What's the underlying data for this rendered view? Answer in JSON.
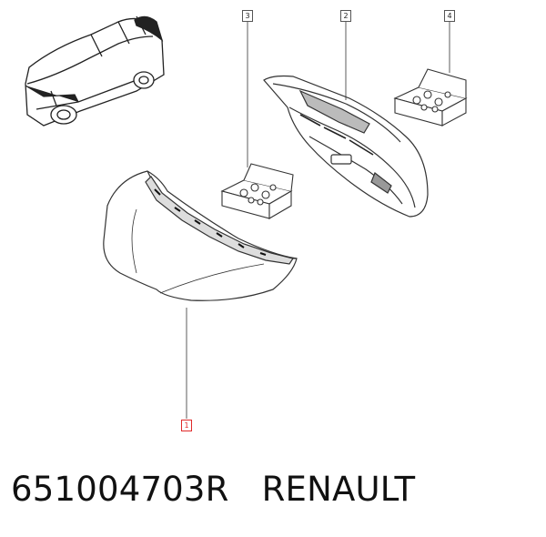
{
  "diagram": {
    "callouts": [
      {
        "id": "1",
        "label": "1",
        "highlighted": true
      },
      {
        "id": "2",
        "label": "2",
        "highlighted": false
      },
      {
        "id": "3",
        "label": "3",
        "highlighted": false
      },
      {
        "id": "4",
        "label": "4",
        "highlighted": false
      }
    ],
    "colors": {
      "line": "#222222",
      "highlight": "#e02a2a"
    }
  },
  "caption": {
    "part_number": "651004703R",
    "brand": "RENAULT"
  }
}
